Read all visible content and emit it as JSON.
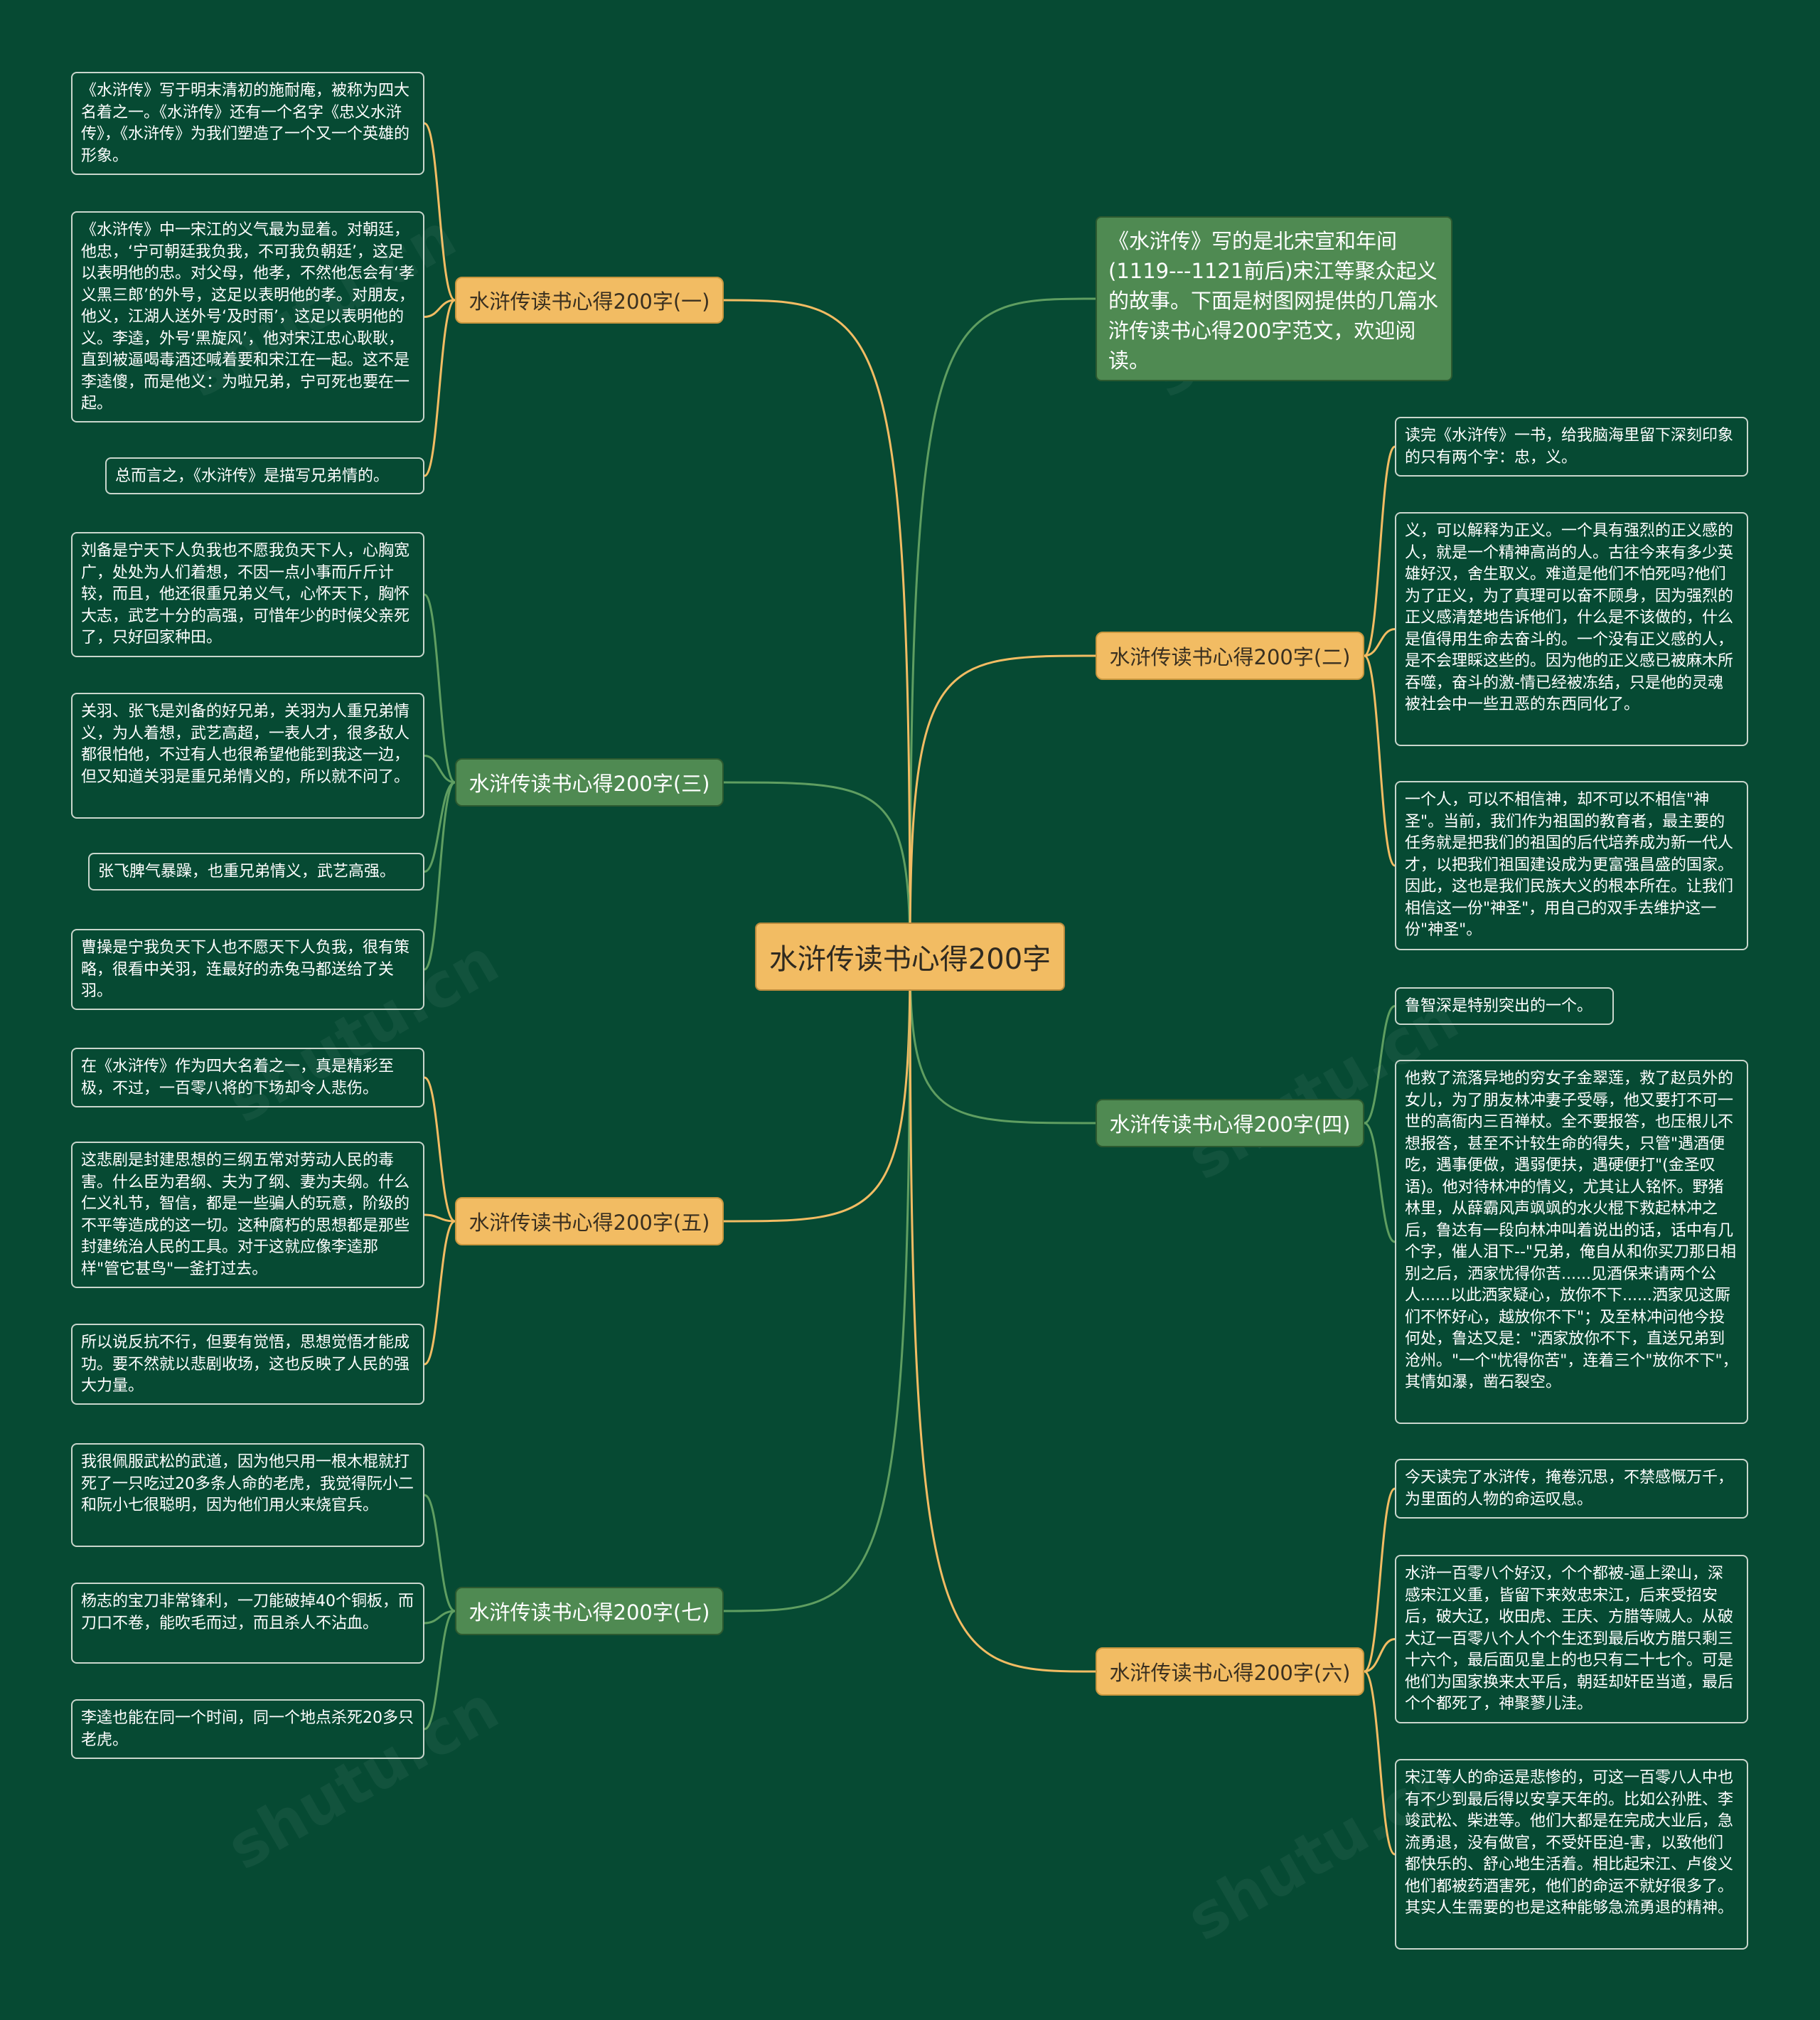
{
  "root": {
    "title": "水浒传读书心得200字"
  },
  "intro": {
    "text": "《水浒传》写的是北宋宣和年间(1119---1121前后)宋江等聚众起义的故事。下面是树图网提供的几篇水浒传读书心得200字范文，欢迎阅读。"
  },
  "watermark": "shutu.cn",
  "colors": {
    "background": "#064a33",
    "orange_link": "#f2bc63",
    "green_link": "#5f9e61",
    "leaf_border": "#c9d6cc"
  },
  "branches": [
    {
      "id": "b1",
      "label": "水浒传读书心得200字(一)",
      "style": "orange",
      "leaves": [
        "《水浒传》写于明末清初的施耐庵，被称为四大名着之一。《水浒传》还有一个名字《忠义水浒传》，《水浒传》为我们塑造了一个又一个英雄的形象。",
        "《水浒传》中一宋江的义气最为显着。对朝廷，他忠，‘宁可朝廷我负我，不可我负朝廷’，这足以表明他的忠。对父母，他孝，不然他怎会有‘孝义黑三郎’的外号，这足以表明他的孝。对朋友，他义，江湖人送外号‘及时雨’，这足以表明他的义。李逵，外号‘黑旋风’，他对宋江忠心耿耿，直到被逼喝毒酒还喊着要和宋江在一起。这不是李逵傻，而是他义：为啦兄弟，宁可死也要在一起。",
        "总而言之，《水浒传》是描写兄弟情的。"
      ]
    },
    {
      "id": "b3",
      "label": "水浒传读书心得200字(三)",
      "style": "green",
      "leaves": [
        "刘备是宁天下人负我也不愿我负天下人，心胸宽广，处处为人们着想，不因一点小事而斤斤计较，而且，他还很重兄弟义气，心怀天下，胸怀大志，武艺十分的高强，可惜年少的时候父亲死了，只好回家种田。",
        "关羽、张飞是刘备的好兄弟，关羽为人重兄弟情义，为人着想，武艺高超，一表人才，很多敌人都很怕他，不过有人也很希望他能到我这一边，但又知道关羽是重兄弟情义的，所以就不问了。",
        "张飞脾气暴躁，也重兄弟情义，武艺高强。",
        "曹操是宁我负天下人也不愿天下人负我，很有策略，很看中关羽，连最好的赤兔马都送给了关羽。"
      ]
    },
    {
      "id": "b5",
      "label": "水浒传读书心得200字(五)",
      "style": "orange",
      "leaves": [
        "在《水浒传》作为四大名着之一，真是精彩至极，不过，一百零八将的下场却令人悲伤。",
        "这悲剧是封建思想的三纲五常对劳动人民的毒害。什么臣为君纲、夫为了纲、妻为夫纲。什么仁义礼节，智信，都是一些骗人的玩意，阶级的不平等造成的这一切。这种腐朽的思想都是那些封建统治人民的工具。对于这就应像李逵那样\"管它甚鸟\"一釜打过去。",
        "所以说反抗不行，但要有觉悟，思想觉悟才能成功。要不然就以悲剧收场，这也反映了人民的强大力量。"
      ]
    },
    {
      "id": "b7",
      "label": "水浒传读书心得200字(七)",
      "style": "green",
      "leaves": [
        "我很佩服武松的武道，因为他只用一根木棍就打死了一只吃过20多条人命的老虎，我觉得阮小二和阮小七很聪明，因为他们用火来烧官兵。",
        "杨志的宝刀非常锋利，一刀能破掉40个铜板，而刀口不卷，能吹毛而过，而且杀人不沾血。",
        "李逵也能在同一个时间，同一个地点杀死20多只老虎。"
      ]
    },
    {
      "id": "b2",
      "label": "水浒传读书心得200字(二)",
      "style": "orange",
      "leaves": [
        "读完《水浒传》一书，给我脑海里留下深刻印象的只有两个字：忠，义。",
        "义，可以解释为正义。一个具有强烈的正义感的人，就是一个精神高尚的人。古往今来有多少英雄好汉，舍生取义。难道是他们不怕死吗?他们为了正义，为了真理可以奋不顾身，因为强烈的正义感清楚地告诉他们，什么是不该做的，什么是值得用生命去奋斗的。一个没有正义感的人，是不会理睬这些的。因为他的正义感已被麻木所吞噬，奋斗的激-情已经被冻结，只是他的灵魂被社会中一些丑恶的东西同化了。",
        "一个人，可以不相信神，却不可以不相信\"神圣\"。当前，我们作为祖国的教育者，最主要的任务就是把我们的祖国的后代培养成为新一代人才，以把我们祖国建设成为更富强昌盛的国家。因此，这也是我们民族大义的根本所在。让我们相信这一份\"神圣\"，用自己的双手去维护这一份\"神圣\"。"
      ]
    },
    {
      "id": "b4",
      "label": "水浒传读书心得200字(四)",
      "style": "green",
      "leaves": [
        "鲁智深是特别突出的一个。",
        "他救了流落异地的穷女子金翠莲，救了赵员外的女儿，为了朋友林冲妻子受辱，他又要打不可一世的高衙内三百禅杖。全不要报答，也压根儿不想报答，甚至不计较生命的得失，只管\"遇酒便吃，遇事便做，遇弱便扶，遇硬便打\"(金圣叹语)。他对待林冲的情义，尤其让人铭怀。野猪林里，从薛霸风声飒飒的水火棍下救起林冲之后，鲁达有一段向林冲叫着说出的话，话中有几个字，催人泪下--\"兄弟，俺自从和你买刀那日相别之后，洒家忧得你苦......见酒保来请两个公人......以此洒家疑心，放你不下......洒家见这厮们不怀好心，越放你不下\"；及至林冲问他今投何处，鲁达又是：\"洒家放你不下，直送兄弟到沧州。\"一个\"忧得你苦\"，连着三个\"放你不下\"，其情如瀑，凿石裂空。"
      ]
    },
    {
      "id": "b6",
      "label": "水浒传读书心得200字(六)",
      "style": "orange",
      "leaves": [
        "今天读完了水浒传，掩卷沉思，不禁感慨万千，为里面的人物的命运叹息。",
        "水浒一百零八个好汉，个个都被-逼上梁山，深感宋江义重，皆留下来效忠宋江，后来受招安后，破大辽，收田虎、王庆、方腊等贼人。从破大辽一百零八个人个个生还到最后收方腊只剩三十六个，最后面见皇上的也只有二十七个。可是他们为国家换来太平后，朝廷却奸臣当道，最后个个都死了，神聚蓼儿洼。",
        "宋江等人的命运是悲惨的，可这一百零八人中也有不少到最后得以安享天年的。比如公孙胜、李竣武松、柴进等。他们大都是在完成大业后，急流勇退，没有做官，不受奸臣迫-害，以致他们都快乐的、舒心地生活着。相比起宋江、卢俊义他们都被药酒害死，他们的命运不就好很多了。其实人生需要的也是这种能够急流勇退的精神。"
      ]
    }
  ]
}
